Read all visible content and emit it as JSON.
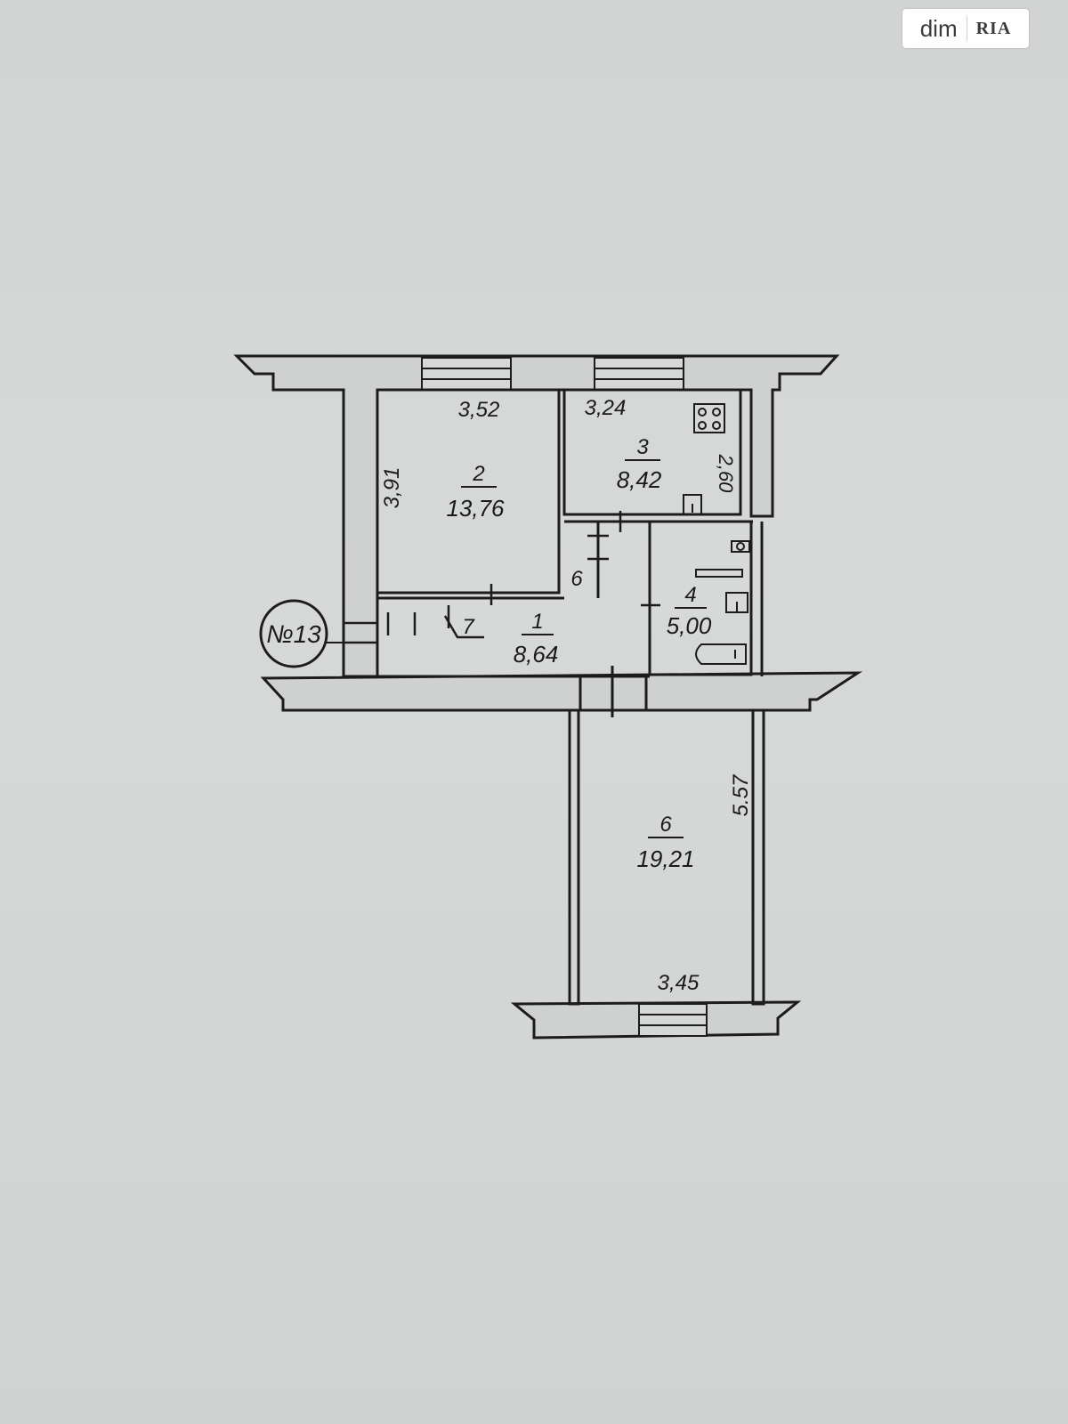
{
  "watermark": {
    "brand_left": "dim",
    "brand_right": "RIA"
  },
  "marker": {
    "label": "№13"
  },
  "rooms": [
    {
      "id": "r2",
      "number": "2",
      "area": "13,76"
    },
    {
      "id": "r3",
      "number": "3",
      "area": "8,42"
    },
    {
      "id": "r1",
      "number": "1",
      "area": "8,64"
    },
    {
      "id": "r4",
      "number": "4",
      "area": "5,00"
    },
    {
      "id": "r6",
      "number": "6",
      "area": "19,21"
    }
  ],
  "small_labels": {
    "closet6": "6",
    "closet7": "7"
  },
  "dimensions": {
    "room2_width": "3,52",
    "room2_height": "3,91",
    "room3_width": "3,24",
    "room3_height": "2,60",
    "room6_length": "5.57",
    "room6_width": "3,45"
  }
}
